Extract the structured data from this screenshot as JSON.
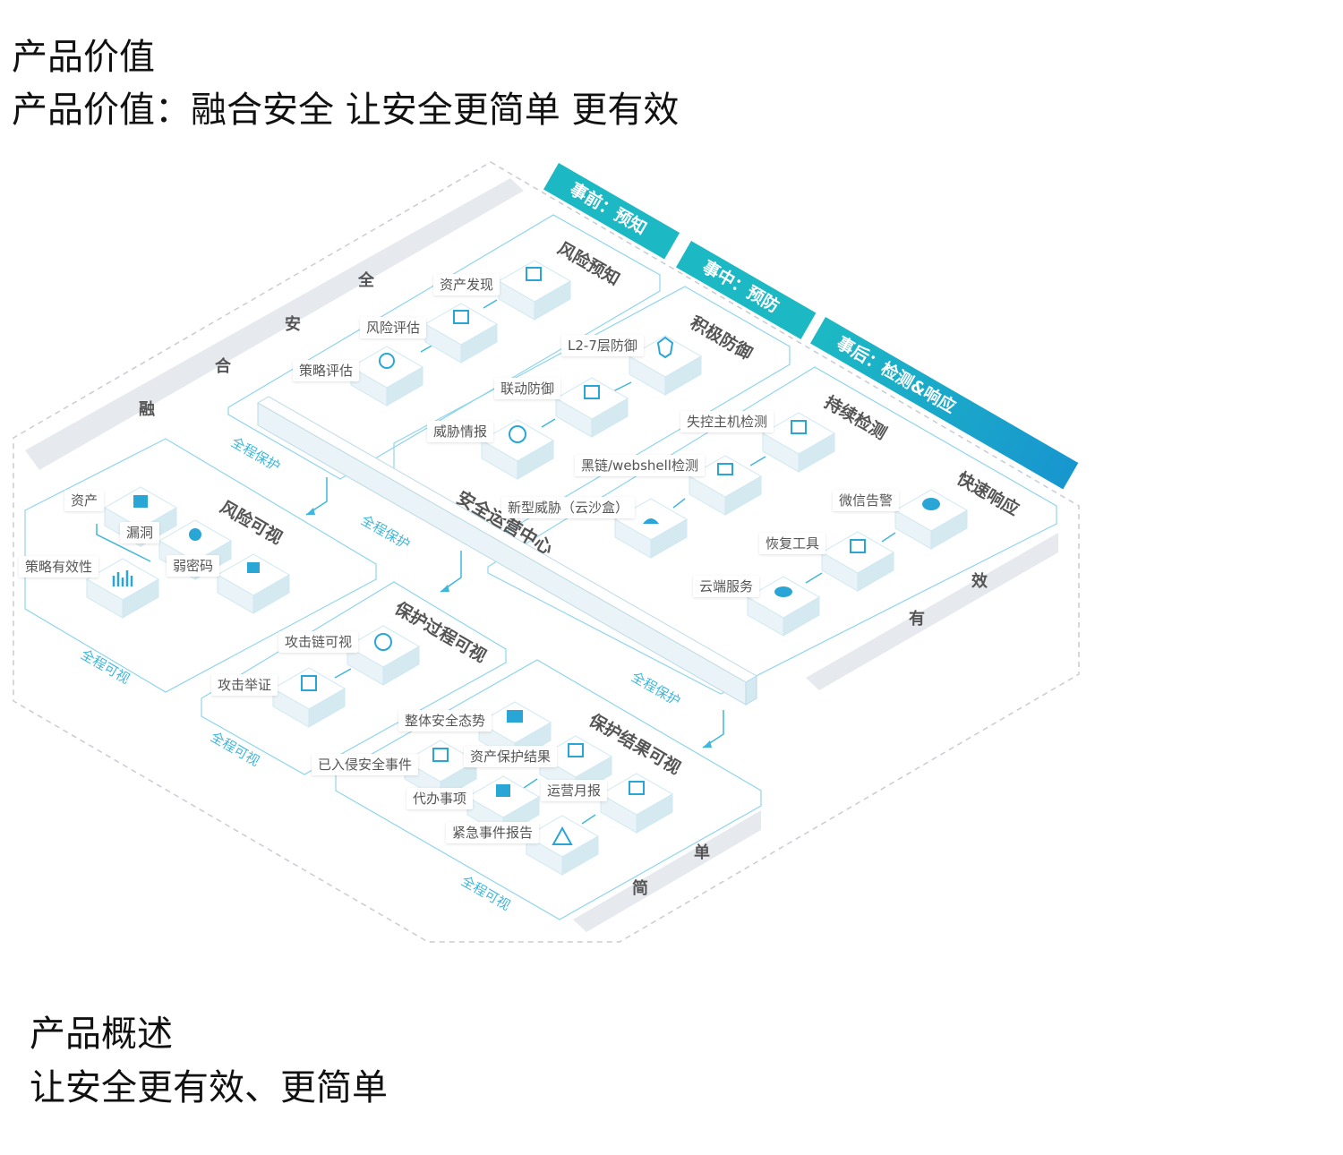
{
  "headings": {
    "value_title": "产品价值",
    "value_subtitle": "产品价值：融合安全  让安全更简单  更有效",
    "overview_title": "产品概述",
    "overview_subtitle": "让安全更有效、更简单"
  },
  "phase_bands": {
    "before": "事前：预知",
    "during": "事中：预防",
    "after": "事后：检测&响应"
  },
  "center": "安全运营中心",
  "zones": {
    "risk_forecast": "风险预知",
    "active_defense": "积极防御",
    "continuous_detection": "持续检测",
    "fast_response": "快速响应",
    "risk_visible": "风险可视",
    "process_visible": "保护过程可视",
    "result_visible": "保护结果可视"
  },
  "nodes": {
    "asset_discovery": "资产发现",
    "risk_assessment": "风险评估",
    "policy_assessment": "策略评估",
    "l27_defense": "L2-7层防御",
    "linked_defense": "联动防御",
    "threat_intel": "威胁情报",
    "lost_host": "失控主机检测",
    "blackchain": "黑链/webshell检测",
    "new_threat": "新型威胁（云沙盒）",
    "wechat_alert": "微信告警",
    "recovery_tool": "恢复工具",
    "cloud_service": "云端服务",
    "assets": "资产",
    "vulnerability": "漏洞",
    "weak_password": "弱密码",
    "policy_effectiveness": "策略有效性",
    "attack_chain": "攻击链可视",
    "attack_evidence": "攻击举证",
    "overall_posture": "整体安全态势",
    "asset_protection_result": "资产保护结果",
    "intruded_events": "已入侵安全事件",
    "todo_items": "代办事项",
    "monthly_report": "运营月报",
    "emergency_report": "紧急事件报告"
  },
  "flow_labels": {
    "full_protect_1": "全程保护",
    "full_protect_2": "全程保护",
    "full_protect_3": "全程保护",
    "full_visible_1": "全程可视",
    "full_visible_2": "全程可视",
    "full_visible_3": "全程可视"
  },
  "side_words": {
    "fusion": [
      "融",
      "合",
      "安",
      "全"
    ],
    "simple": [
      "简",
      "单"
    ],
    "effective": [
      "有",
      "效"
    ]
  },
  "colors": {
    "band_teal": "#1cb9c4",
    "band_blue": "#1896cf",
    "line_blue": "#3fb7dc",
    "grey_strip": "#e6e9ee"
  }
}
